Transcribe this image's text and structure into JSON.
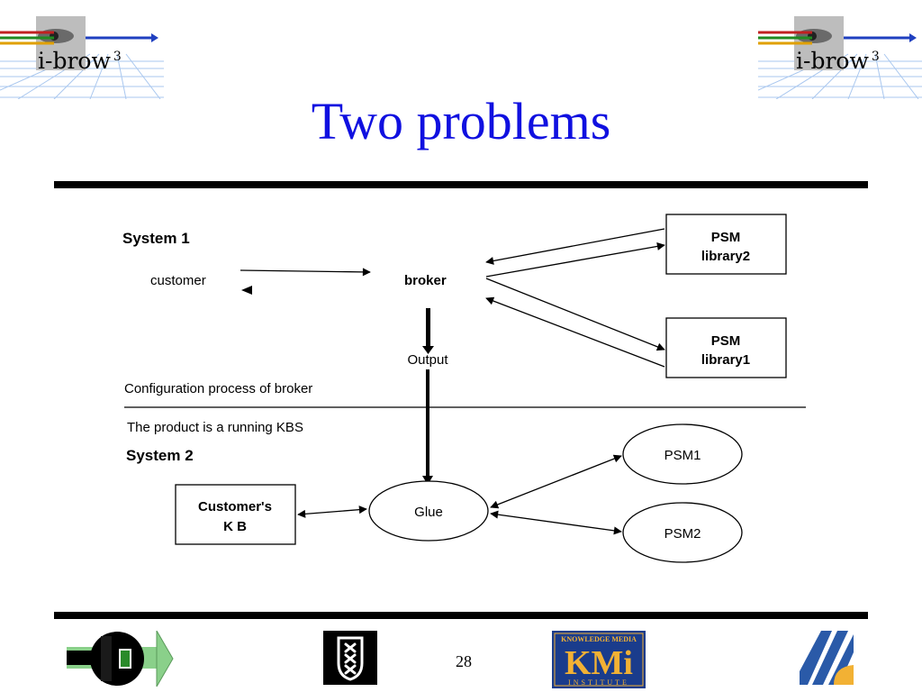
{
  "header": {
    "logo_text": "i-brow",
    "logo_sup": "3",
    "title": "Two problems"
  },
  "diagram": {
    "system1": {
      "heading": "System 1",
      "customer": "customer",
      "broker": "broker",
      "output": "Output",
      "psm_library2": [
        "PSM",
        "library2"
      ],
      "psm_library1": [
        "PSM",
        "library1"
      ]
    },
    "divider": {
      "above": "Configuration process of broker",
      "below": "The product is a running KBS"
    },
    "system2": {
      "heading": "System 2",
      "customers_kb": [
        "Customer's",
        "K B"
      ],
      "glue": "Glue",
      "psm1": "PSM1",
      "psm2": "PSM2"
    }
  },
  "footer": {
    "page_number": "28",
    "kmi_top": "KNOWLEDGE MEDIA",
    "kmi_main": "KMi",
    "kmi_bottom": "INSTITUTE"
  },
  "colors": {
    "title": "#1010e0",
    "kmi_blue": "#1a3c8c",
    "kmi_yellow": "#f2b134",
    "stripe_blue": "#2a5aa8",
    "logo_bar": "#8ad08a"
  }
}
